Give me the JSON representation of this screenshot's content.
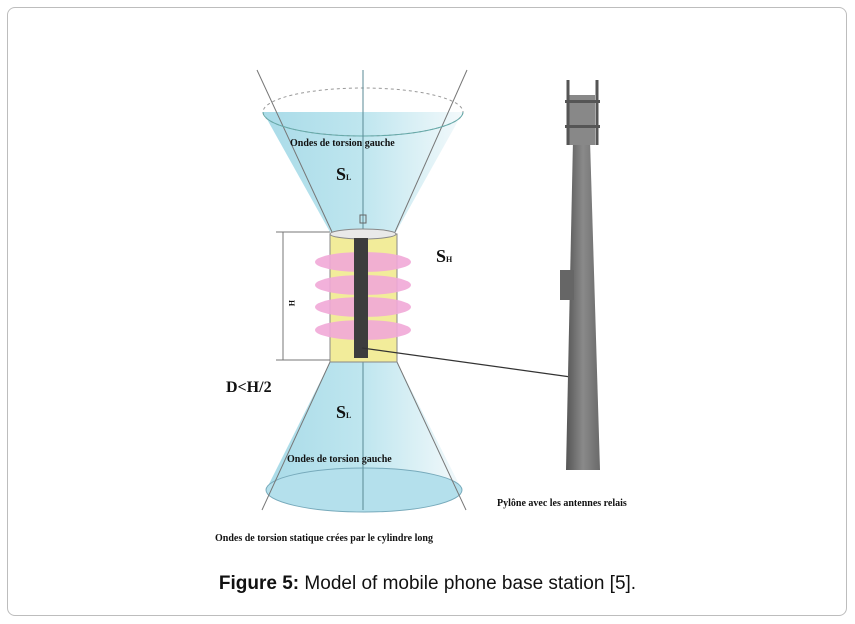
{
  "figure": {
    "labels": {
      "waves_top": "Ondes de torsion gauche",
      "s_l_top": "S",
      "s_l_sub": "L",
      "s_h": "S",
      "s_h_sub": "H",
      "h": "H",
      "d_condition": "D<H/2",
      "s_l_bottom": "S",
      "waves_bottom": "Ondes de torsion  gauche",
      "pylon": "Pylône avec les antennes relais",
      "bottom_note": "Ondes de torsion statique crées par le cylindre long"
    },
    "caption": {
      "label": "Figure 5:",
      "text": " Model of mobile phone base station [5]."
    }
  }
}
